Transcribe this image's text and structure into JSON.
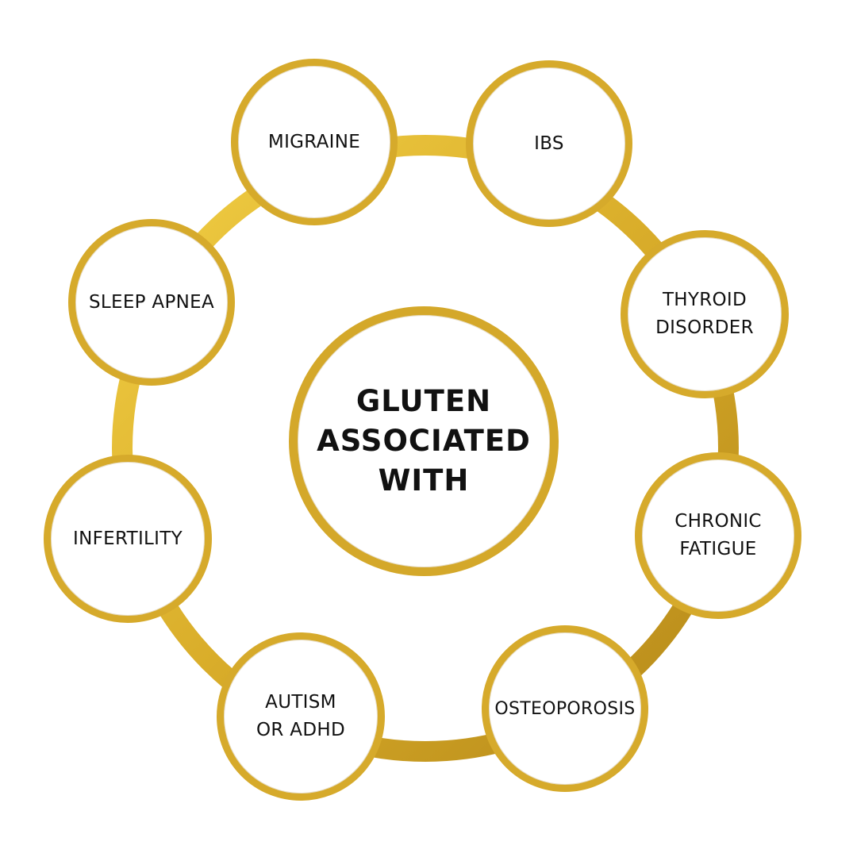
{
  "colors": {
    "gold_light": "#f2cf45",
    "gold_mid": "#d9ad2a",
    "gold_dark": "#b48718",
    "text": "#111111",
    "background": "#ffffff"
  },
  "center": {
    "label": "GLUTEN\nASSOCIATED\nWITH"
  },
  "nodes": [
    {
      "id": "migraine",
      "label": "MIGRAINE"
    },
    {
      "id": "ibs",
      "label": "IBS"
    },
    {
      "id": "thyroid",
      "label": "THYROID\nDISORDER"
    },
    {
      "id": "fatigue",
      "label": "CHRONIC\nFATIGUE"
    },
    {
      "id": "osteoporosis",
      "label": "OSTEOPOROSIS"
    },
    {
      "id": "autism",
      "label": "AUTISM\nOR ADHD"
    },
    {
      "id": "infertility",
      "label": "INFERTILITY"
    },
    {
      "id": "sleep",
      "label": "SLEEP APNEA"
    }
  ]
}
